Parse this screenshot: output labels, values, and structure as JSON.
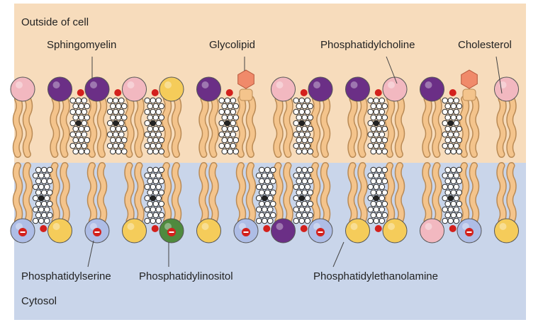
{
  "regions": {
    "outside": "Outside of cell",
    "cytosol": "Cytosol"
  },
  "labels": {
    "sphingomyelin": "Sphingomyelin",
    "glycolipid": "Glycolipid",
    "phosphatidylcholine": "Phosphatidylcholine",
    "cholesterol": "Cholesterol",
    "phosphatidylserine": "Phosphatidylserine",
    "phosphatidylinositol": "Phosphatidylinositol",
    "phosphatidylethanolamine": "Phosphatidylethanolamine"
  },
  "colors": {
    "outside_bg": "#f7dcbc",
    "cytosol_bg": "#c9d5ea",
    "tail": "#f4c48c",
    "tail_stroke": "#b98a55",
    "sphingomyelin": "#6b2f86",
    "phosphatidylcholine": "#f2b8c0",
    "glycolipid_sugar": "#f08a6a",
    "phosphatidylserine": "#aebde6",
    "phosphatidylinositol": "#4f8a3e",
    "phosphatidylethanolamine": "#f5cc5a",
    "cholesterol_oh": "#d3201c",
    "negative_charge": "#d3201c"
  },
  "outer_leaflet": [
    "phosphatidylcholine",
    "sphingomyelin",
    "sphingomyelin",
    "phosphatidylcholine",
    "phosphatidylethanolamine",
    "sphingomyelin",
    "glycolipid",
    "phosphatidylcholine",
    "sphingomyelin",
    "sphingomyelin",
    "phosphatidylcholine",
    "sphingomyelin",
    "glycolipid",
    "phosphatidylcholine"
  ],
  "inner_leaflet": [
    "phosphatidylserine",
    "phosphatidylethanolamine",
    "phosphatidylserine",
    "phosphatidylethanolamine",
    "phosphatidylinositol",
    "phosphatidylethanolamine",
    "phosphatidylserine",
    "sphingomyelin",
    "phosphatidylserine",
    "phosphatidylethanolamine",
    "phosphatidylethanolamine",
    "phosphatidylcholine",
    "phosphatidylserine",
    "phosphatidylethanolamine"
  ]
}
